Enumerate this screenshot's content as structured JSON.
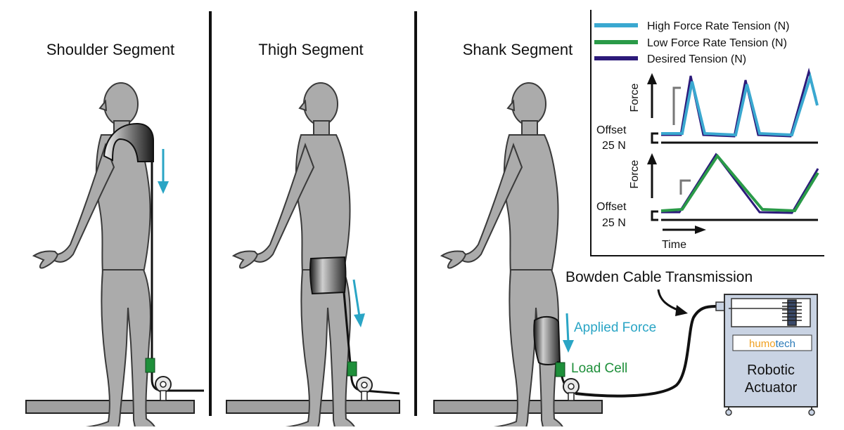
{
  "panels": {
    "shoulder": {
      "title": "Shoulder Segment"
    },
    "thigh": {
      "title": "Thigh Segment"
    },
    "shank": {
      "title": "Shank Segment"
    }
  },
  "labels": {
    "applied_force": "Applied Force",
    "load_cell": "Load Cell",
    "bowden_cable": "Bowden Cable Transmission"
  },
  "actuator": {
    "brand_part1": "humo",
    "brand_part2": "tech",
    "name_line1": "Robotic",
    "name_line2": "Actuator"
  },
  "inset_chart": {
    "legend": [
      {
        "label": "High Force Rate Tension (N)",
        "color": "#3aa8d0"
      },
      {
        "label": "Low Force Rate Tension (N)",
        "color": "#2a9a48"
      },
      {
        "label": "Desired Tension (N)",
        "color": "#2c1a7a"
      }
    ],
    "y_axis_label_top": "Force",
    "y_axis_label_bottom": "Force",
    "offset_label_top": "Offset",
    "offset_value_top": "25 N",
    "offset_label_bottom": "Offset",
    "offset_value_bottom": "25 N",
    "x_axis_label": "Time"
  },
  "colors": {
    "figure_fill": "#a9a9a9",
    "figure_stroke": "#3a3a3a",
    "arrow": "#2aa5c5",
    "load_cell": "#1e8f3a",
    "platform": "#9a9a9a",
    "actuator_body": "#c9d3e3"
  }
}
